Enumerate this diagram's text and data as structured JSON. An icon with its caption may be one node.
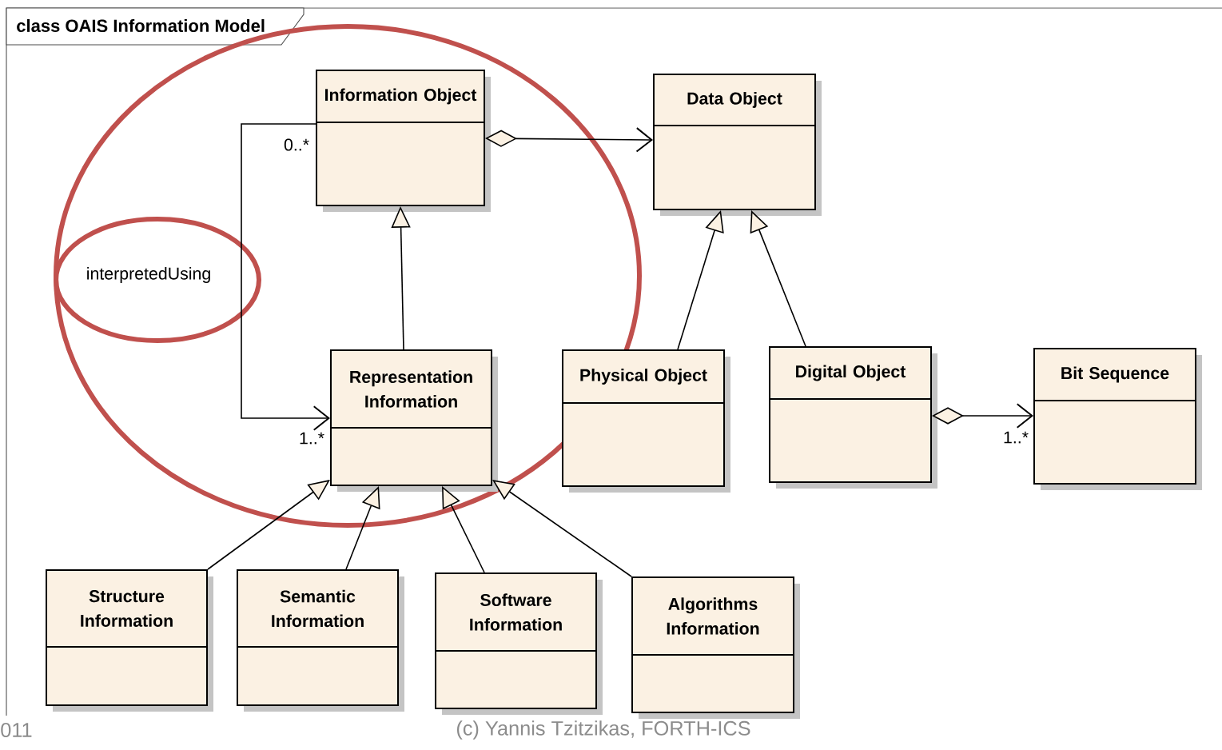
{
  "diagram": {
    "title": "class OAIS Information Model",
    "nodes": [
      {
        "text": [
          "Information Object"
        ]
      },
      {
        "text": [
          "Data Object"
        ]
      },
      {
        "text": [
          "Representation Information"
        ]
      },
      {
        "text": [
          "Physical Object"
        ]
      },
      {
        "text": [
          "Digital Object"
        ]
      },
      {
        "text": [
          "Bit Sequence"
        ]
      },
      {
        "text": [
          "Structure Information"
        ]
      },
      {
        "text": [
          "Semantic Information"
        ]
      },
      {
        "text": [
          "Software Information"
        ]
      },
      {
        "text": [
          "Algorithms Information"
        ]
      }
    ],
    "edges": [
      {
        "from": 0,
        "to": 1,
        "arrow": "to"
      },
      {
        "from": 0,
        "to": 2,
        "arrow": "to",
        "label": "interpretedUsing"
      },
      {
        "from": 2,
        "to": 0,
        "arrow": "to"
      },
      {
        "from": 3,
        "to": 1,
        "arrow": "to"
      },
      {
        "from": 4,
        "to": 1,
        "arrow": "to"
      },
      {
        "from": 4,
        "to": 5,
        "arrow": "to"
      },
      {
        "from": 6,
        "to": 2,
        "arrow": "to"
      },
      {
        "from": 7,
        "to": 2,
        "arrow": "to"
      },
      {
        "from": 8,
        "to": 2,
        "arrow": "to"
      },
      {
        "from": 9,
        "to": 2,
        "arrow": "to"
      }
    ],
    "labels": [
      "0..*",
      "1..*",
      "1..*",
      "011",
      "(c) Yannis Tzitzikas, FORTH-ICS"
    ]
  }
}
